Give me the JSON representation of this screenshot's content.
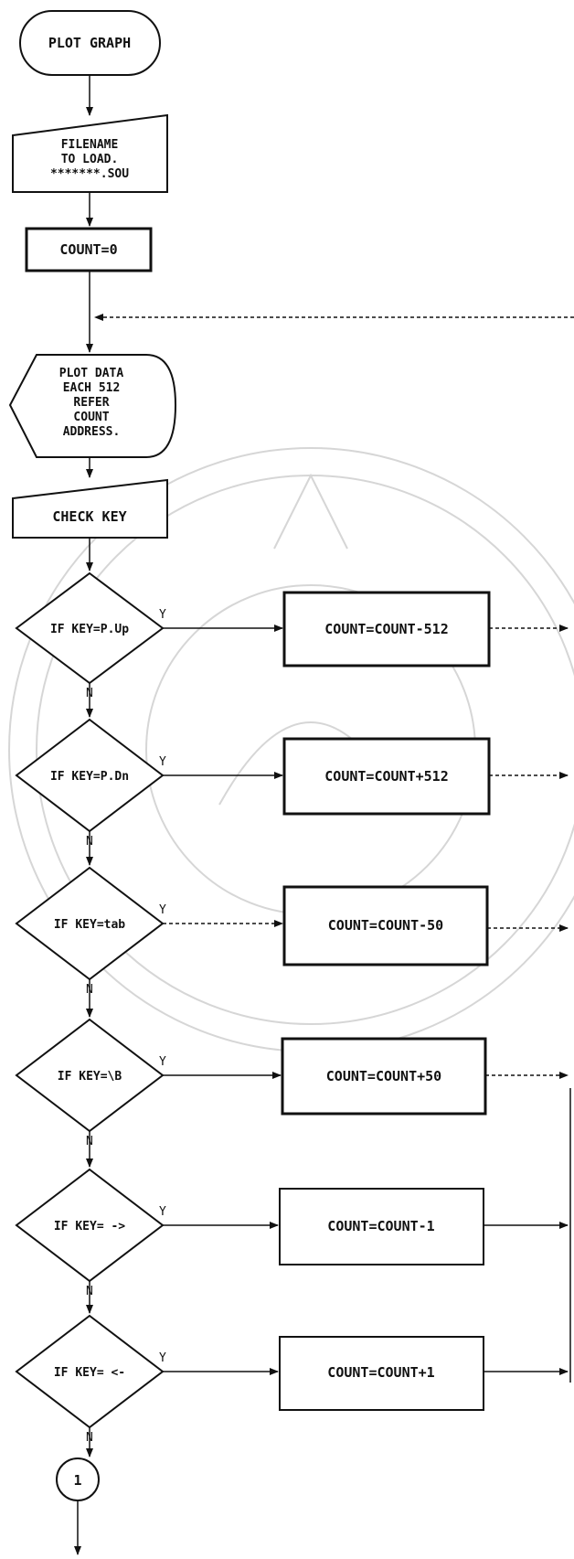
{
  "start": {
    "label": "PLOT GRAPH"
  },
  "input_file": {
    "lines": [
      "FILENAME",
      "TO LOAD.",
      "*******.SOU"
    ]
  },
  "init": {
    "label": "COUNT=0"
  },
  "display": {
    "lines": [
      "PLOT DATA",
      "EACH 512",
      "REFER",
      "COUNT",
      "ADDRESS."
    ]
  },
  "check_key": {
    "label": "CHECK KEY"
  },
  "decisions": [
    {
      "label": "IF KEY=P.Up",
      "yes": "Y",
      "no": "N",
      "action": "COUNT=COUNT-512"
    },
    {
      "label": "IF KEY=P.Dn",
      "yes": "Y",
      "no": "N",
      "action": "COUNT=COUNT+512"
    },
    {
      "label": "IF KEY=tab",
      "yes": "Y",
      "no": "N",
      "action": "COUNT=COUNT-50"
    },
    {
      "label": "IF KEY=\\B",
      "yes": "Y",
      "no": "N",
      "action": "COUNT=COUNT+50"
    },
    {
      "label": "IF KEY= ->",
      "yes": "Y",
      "no": "N",
      "action": "COUNT=COUNT-1"
    },
    {
      "label": "IF KEY= <-",
      "yes": "Y",
      "no": "N",
      "action": "COUNT=COUNT+1"
    }
  ],
  "connector": {
    "label": "1"
  }
}
